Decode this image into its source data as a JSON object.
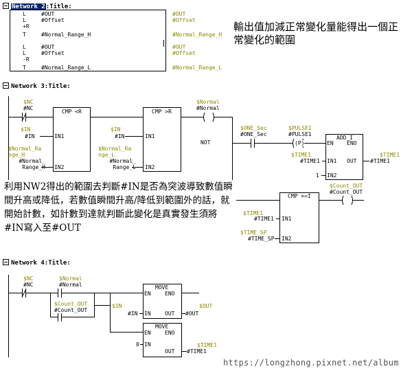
{
  "network2": {
    "header": "Network 2",
    "title_label": "Title:",
    "stl": [
      {
        "op": "L",
        "operand": "#OUT",
        "sym": "#OUT"
      },
      {
        "op": "L",
        "operand": "#Offset",
        "sym": "#Offset"
      },
      {
        "op": "+R",
        "operand": "",
        "sym": ""
      },
      {
        "op": "T",
        "operand": "#Normal_Range_H",
        "sym": "#Normal_Range_H"
      },
      {
        "op": "L",
        "operand": "#OUT",
        "sym": "#OUT"
      },
      {
        "op": "L",
        "operand": "#Offset",
        "sym": "#Offset"
      },
      {
        "op": "-R",
        "operand": "",
        "sym": ""
      },
      {
        "op": "T",
        "operand": "#Normal_Range_L",
        "sym": "#Normal_Range_L"
      }
    ],
    "annotation": "輸出值加減正常變化量能得出一個正常變化的範圍"
  },
  "network3": {
    "header": "Network 3",
    "title_label": "Title:",
    "nc_contact": {
      "sym": "$NC",
      "addr": "#NC"
    },
    "cmp_lt": {
      "title": "CMP <R",
      "in1_sym": "$IN",
      "in1_addr": "#IN",
      "in1_pin": "IN1",
      "in2_sym": "$Normal_Range_H",
      "in2_addr_1": "#Normal_",
      "in2_addr_2": "Range_H",
      "in2_pin": "IN2"
    },
    "cmp_gt": {
      "title": "CMP >R",
      "in1_sym": "$IN",
      "in1_addr": "#IN",
      "in1_pin": "IN1",
      "in2_sym": "$Normal_Range_L",
      "in2_addr_1": "#Normal_",
      "in2_addr_2": "Range_L",
      "in2_pin": "IN2"
    },
    "normal_coil": {
      "sym": "$Normal",
      "addr": "#Normal"
    },
    "not_label": "NOT",
    "one_sec": {
      "sym": "$ONE_Sec",
      "addr": "#ONE_Sec"
    },
    "pulse": {
      "sym": "$PULSE1",
      "addr": "#PULSE1",
      "mark": "(P)"
    },
    "add_i": {
      "title": "ADD_I",
      "en": "EN",
      "eno": "ENO",
      "in1": "IN1",
      "in2": "IN2",
      "out": "OUT",
      "in1_sym": "$TIME1",
      "in1_addr": "#TIME1",
      "in2_const": "1",
      "out_sym": "$TIME1",
      "out_addr": "#TIME1"
    },
    "cmp_ge": {
      "title": "CMP >=I",
      "in1": "IN1",
      "in2": "IN2",
      "in1_sym": "$TIME1",
      "in1_addr": "#TIME1",
      "in2_sym": "$TIME_SP",
      "in2_addr": "#TIME_SP"
    },
    "count_out": {
      "sym": "$Count_OUT",
      "addr": "#Count_OUT"
    },
    "annotation": "利用NW2得出的範圍去判斷#IN是否為突波導致數值瞬間升高或降低，若數值瞬間升高/降低到範圍外的話，就開始計數，如計數到達就判斷此變化是真實發生須將#IN寫入至#OUT"
  },
  "network4": {
    "header": "Network 4",
    "title_label": "Title:",
    "nc": {
      "sym": "$NC",
      "addr": "#NC"
    },
    "normal": {
      "sym": "$Normal",
      "addr": "#Normal"
    },
    "count_out": {
      "sym": "$Count_OUT",
      "addr": "#Count_OUT"
    },
    "move1": {
      "title": "MOVE",
      "en": "EN",
      "eno": "ENO",
      "in": "IN",
      "out": "OUT",
      "in_sym": "$IN",
      "in_addr": "#IN",
      "out_sym": "$OUT",
      "out_addr": "#OUT"
    },
    "move2": {
      "title": "MOVE",
      "en": "EN",
      "eno": "ENO",
      "in": "IN",
      "out": "OUT",
      "in_const": "0",
      "out_sym": "$TIME1",
      "out_addr": "#TIME1"
    }
  },
  "watermark": "https://longzhong.pixnet.net/album"
}
